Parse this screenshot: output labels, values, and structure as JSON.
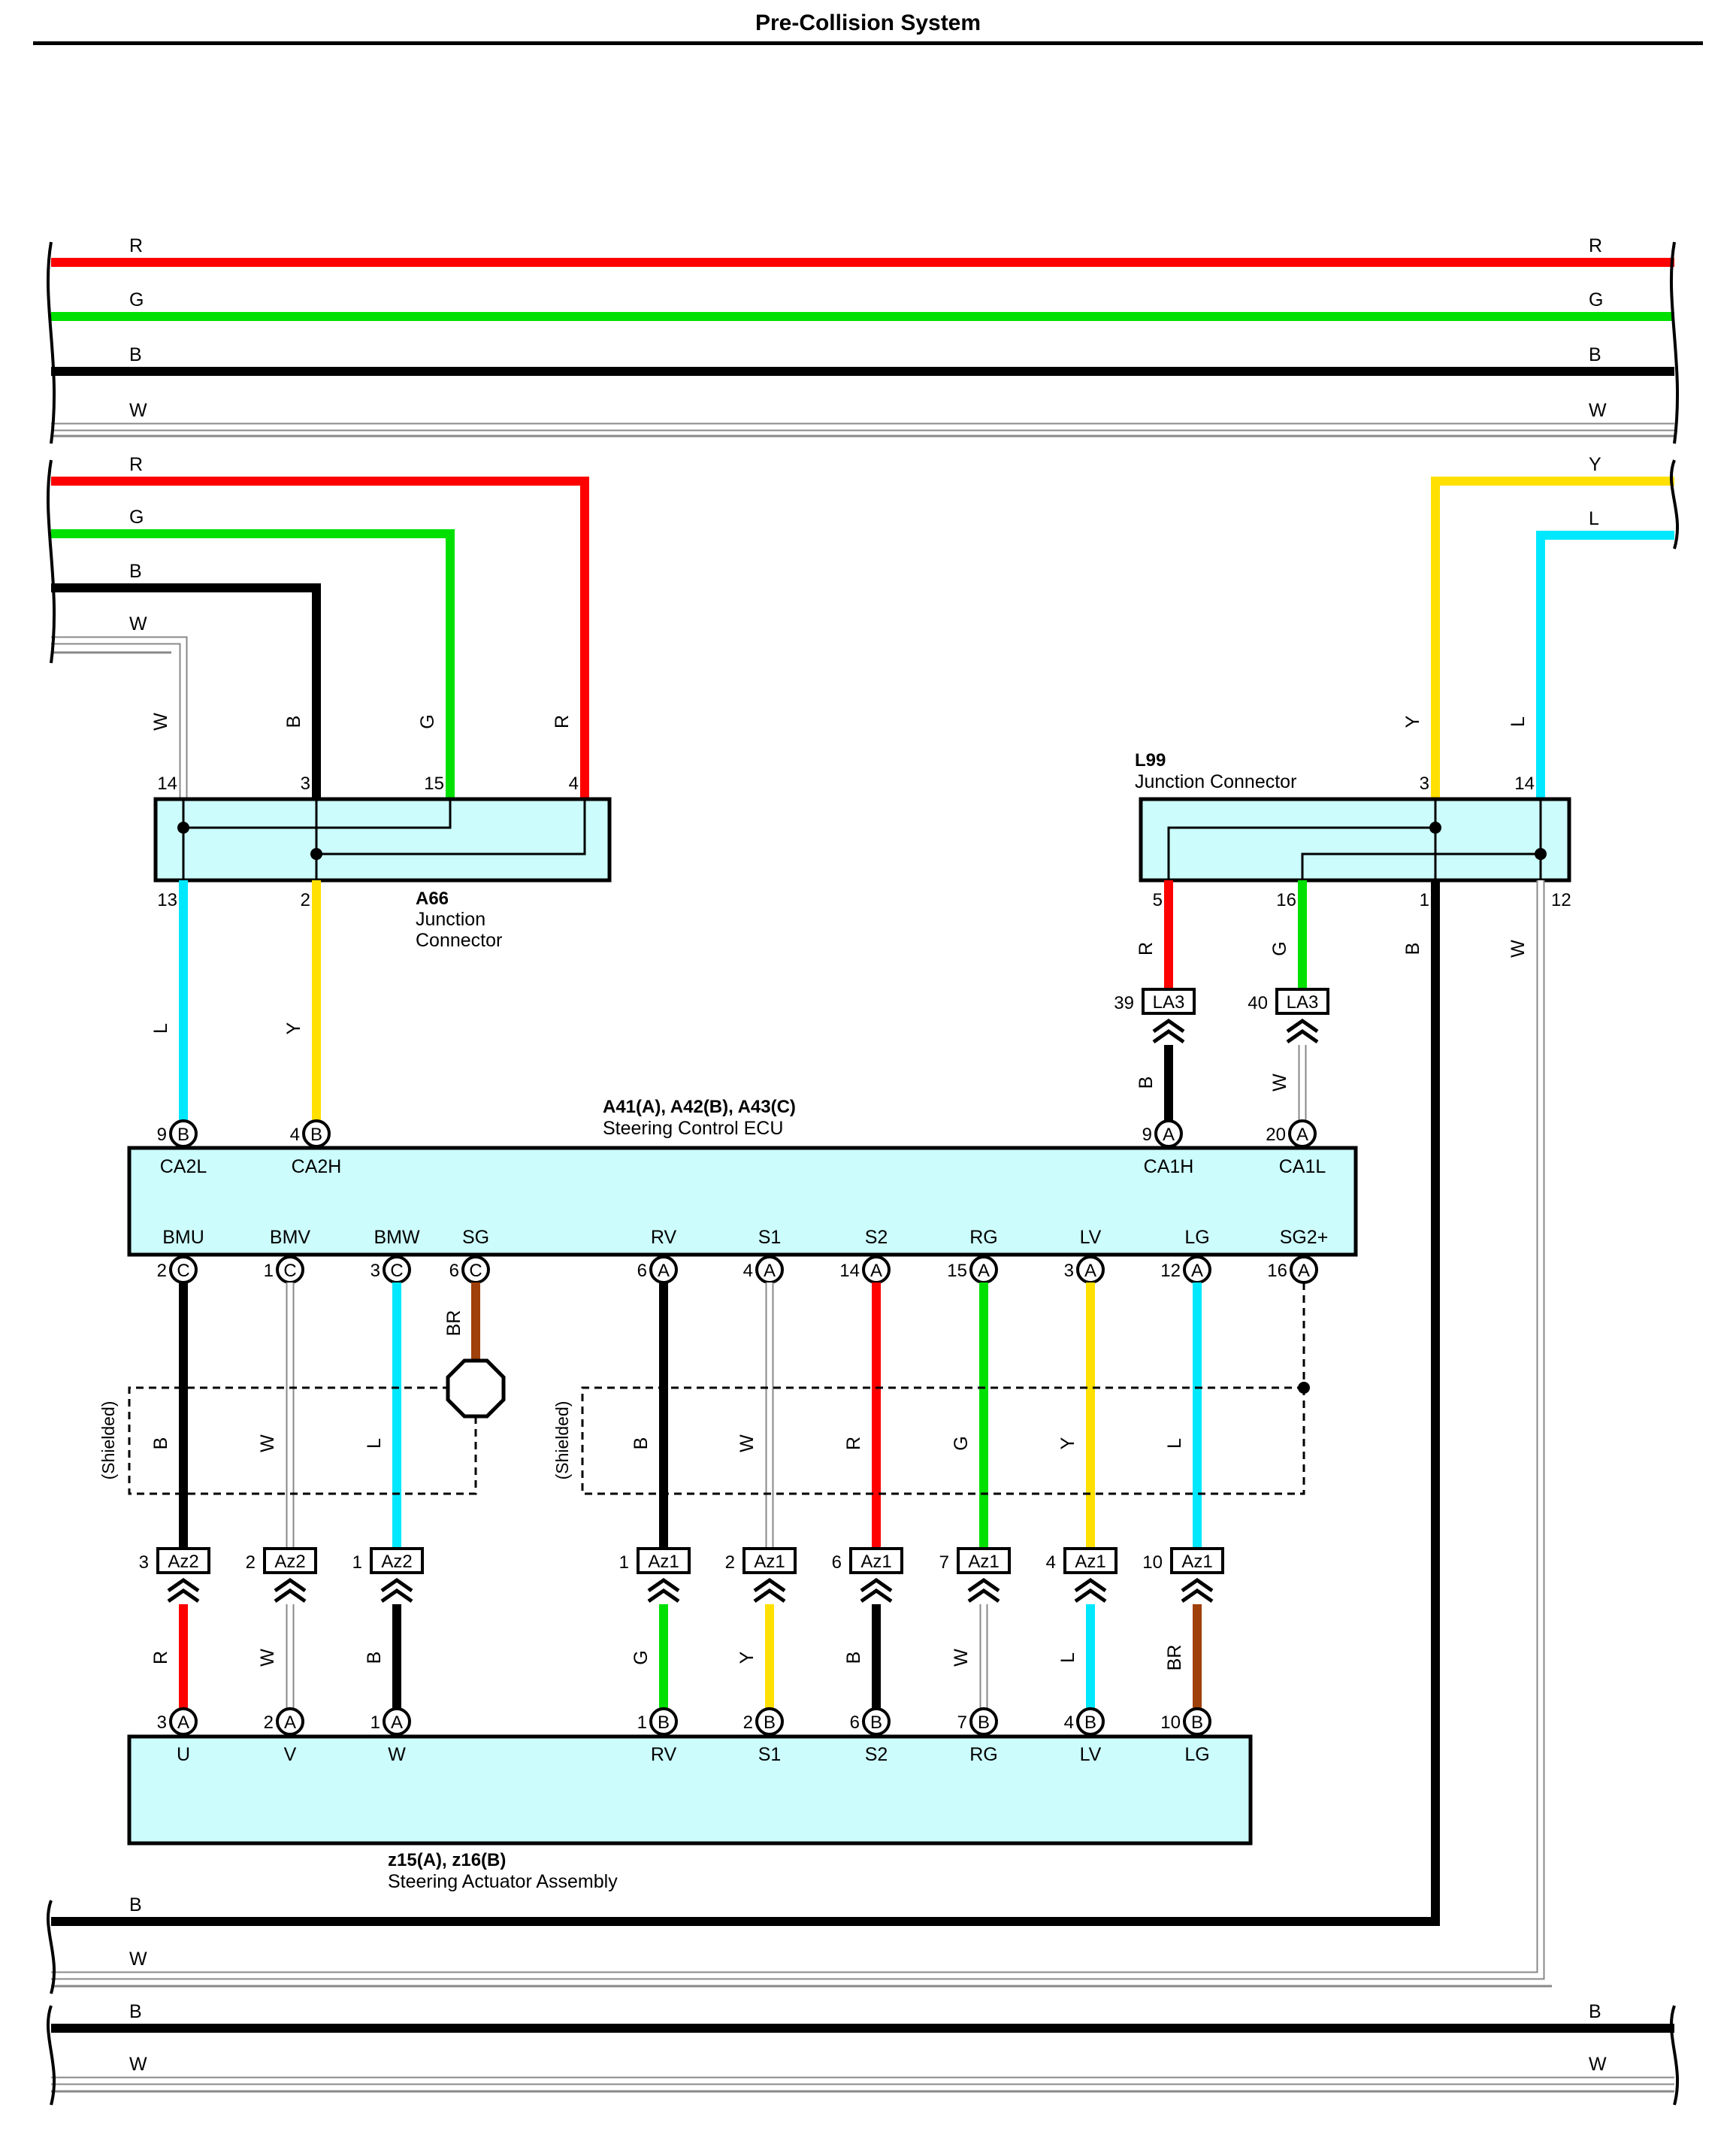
{
  "title": "Pre-Collision System",
  "wire_colors": {
    "R": "#ff0000",
    "G": "#00e000",
    "B": "#000000",
    "W": "#ffffff",
    "Y": "#ffe000",
    "L": "#00e8ff",
    "BR": "#a0400a"
  },
  "top_buses": {
    "left_labels": [
      "R",
      "G",
      "B",
      "W"
    ],
    "right_labels": [
      "R",
      "G",
      "B",
      "W"
    ]
  },
  "left_feed_labels": [
    "R",
    "G",
    "B",
    "W"
  ],
  "right_feed_labels": [
    "Y",
    "L"
  ],
  "a66": {
    "name": "A66",
    "desc_line1": "Junction",
    "desc_line2": "Connector",
    "top_pins": [
      {
        "pin": "14",
        "wire": "W"
      },
      {
        "pin": "3",
        "wire": "B"
      },
      {
        "pin": "15",
        "wire": "G"
      },
      {
        "pin": "4",
        "wire": "R"
      }
    ],
    "bottom_pins": [
      {
        "pin": "13",
        "wire": "L"
      },
      {
        "pin": "2",
        "wire": "Y"
      }
    ]
  },
  "l99": {
    "name": "L99",
    "desc": "Junction Connector",
    "top_pins": [
      {
        "pin": "3",
        "wire": "Y"
      },
      {
        "pin": "14",
        "wire": "L"
      }
    ],
    "bottom_pins": [
      {
        "pin": "5",
        "wire": "R"
      },
      {
        "pin": "16",
        "wire": "G"
      },
      {
        "pin": "1",
        "wire": "B"
      },
      {
        "pin": "12",
        "wire": "W"
      }
    ]
  },
  "la3": [
    {
      "pin": "39",
      "conn": "LA3",
      "wire": "B"
    },
    {
      "pin": "40",
      "conn": "LA3",
      "wire": "W"
    }
  ],
  "ecu": {
    "name": "A41(A), A42(B), A43(C)",
    "desc": "Steering Control ECU",
    "top_terms": [
      {
        "pin": "9",
        "conn": "B",
        "label": "CA2L"
      },
      {
        "pin": "4",
        "conn": "B",
        "label": "CA2H"
      },
      {
        "pin": "9",
        "conn": "A",
        "label": "CA1H"
      },
      {
        "pin": "20",
        "conn": "A",
        "label": "CA1L"
      }
    ],
    "bottom_terms": [
      {
        "pin": "2",
        "conn": "C",
        "label": "BMU"
      },
      {
        "pin": "1",
        "conn": "C",
        "label": "BMV"
      },
      {
        "pin": "3",
        "conn": "C",
        "label": "BMW"
      },
      {
        "pin": "6",
        "conn": "C",
        "label": "SG"
      },
      {
        "pin": "6",
        "conn": "A",
        "label": "RV"
      },
      {
        "pin": "4",
        "conn": "A",
        "label": "S1"
      },
      {
        "pin": "14",
        "conn": "A",
        "label": "S2"
      },
      {
        "pin": "15",
        "conn": "A",
        "label": "RG"
      },
      {
        "pin": "3",
        "conn": "A",
        "label": "LV"
      },
      {
        "pin": "12",
        "conn": "A",
        "label": "LG"
      },
      {
        "pin": "16",
        "conn": "A",
        "label": "SG2+"
      }
    ]
  },
  "shield_label": "(Shielded)",
  "ecu_side_wires": [
    "B",
    "W",
    "L",
    "BR",
    "B",
    "W",
    "R",
    "G",
    "Y",
    "L"
  ],
  "inline_connectors": [
    {
      "pin": "3",
      "conn": "Az2"
    },
    {
      "pin": "2",
      "conn": "Az2"
    },
    {
      "pin": "1",
      "conn": "Az2"
    },
    {
      "pin": "1",
      "conn": "Az1"
    },
    {
      "pin": "2",
      "conn": "Az1"
    },
    {
      "pin": "6",
      "conn": "Az1"
    },
    {
      "pin": "7",
      "conn": "Az1"
    },
    {
      "pin": "4",
      "conn": "Az1"
    },
    {
      "pin": "10",
      "conn": "Az1"
    }
  ],
  "actuator_side_wires": [
    "R",
    "W",
    "B",
    "G",
    "Y",
    "B",
    "W",
    "L",
    "BR"
  ],
  "actuator": {
    "name": "z15(A), z16(B)",
    "desc": "Steering Actuator Assembly",
    "terms": [
      {
        "pin": "3",
        "conn": "A",
        "label": "U"
      },
      {
        "pin": "2",
        "conn": "A",
        "label": "V"
      },
      {
        "pin": "1",
        "conn": "A",
        "label": "W"
      },
      {
        "pin": "1",
        "conn": "B",
        "label": "RV"
      },
      {
        "pin": "2",
        "conn": "B",
        "label": "S1"
      },
      {
        "pin": "6",
        "conn": "B",
        "label": "S2"
      },
      {
        "pin": "7",
        "conn": "B",
        "label": "RG"
      },
      {
        "pin": "4",
        "conn": "B",
        "label": "LV"
      },
      {
        "pin": "10",
        "conn": "B",
        "label": "LG"
      }
    ]
  },
  "bottom_returns": [
    "B",
    "W"
  ],
  "bottom_buses": {
    "left_labels": [
      "B",
      "W"
    ],
    "right_labels": [
      "B",
      "W"
    ]
  }
}
